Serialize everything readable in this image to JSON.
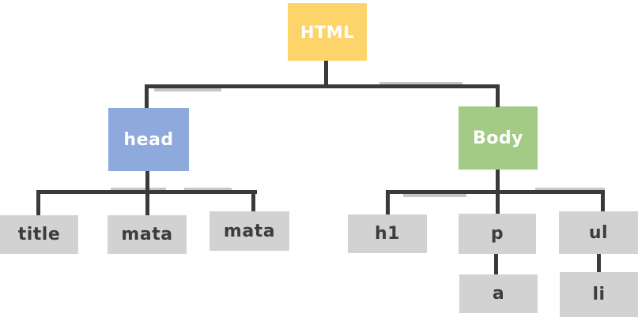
{
  "diagram": {
    "type": "tree",
    "colors": {
      "root_fill": "#fcd46a",
      "head_fill": "#8ea9db",
      "body_fill": "#a4cb86",
      "leaf_fill": "#d2d2d2",
      "line": "#3a3a3a",
      "leaf_text": "#3d3d3d",
      "branch_text": "#ffffff",
      "background": "#ffffff"
    },
    "nodes": {
      "html": {
        "label": "HTML"
      },
      "head": {
        "label": "head"
      },
      "body": {
        "label": "Body"
      },
      "title": {
        "label": "title"
      },
      "meta1": {
        "label": "mata"
      },
      "meta2": {
        "label": "mata"
      },
      "h1": {
        "label": "h1"
      },
      "p": {
        "label": "p"
      },
      "ul": {
        "label": "ul"
      },
      "a": {
        "label": "a"
      },
      "li": {
        "label": "li"
      }
    },
    "edges": [
      {
        "from": "HTML",
        "to": "head"
      },
      {
        "from": "HTML",
        "to": "Body"
      },
      {
        "from": "head",
        "to": "title"
      },
      {
        "from": "head",
        "to": "mata"
      },
      {
        "from": "head",
        "to": "mata"
      },
      {
        "from": "Body",
        "to": "h1"
      },
      {
        "from": "Body",
        "to": "p"
      },
      {
        "from": "Body",
        "to": "ul"
      },
      {
        "from": "p",
        "to": "a"
      },
      {
        "from": "ul",
        "to": "li"
      }
    ]
  }
}
